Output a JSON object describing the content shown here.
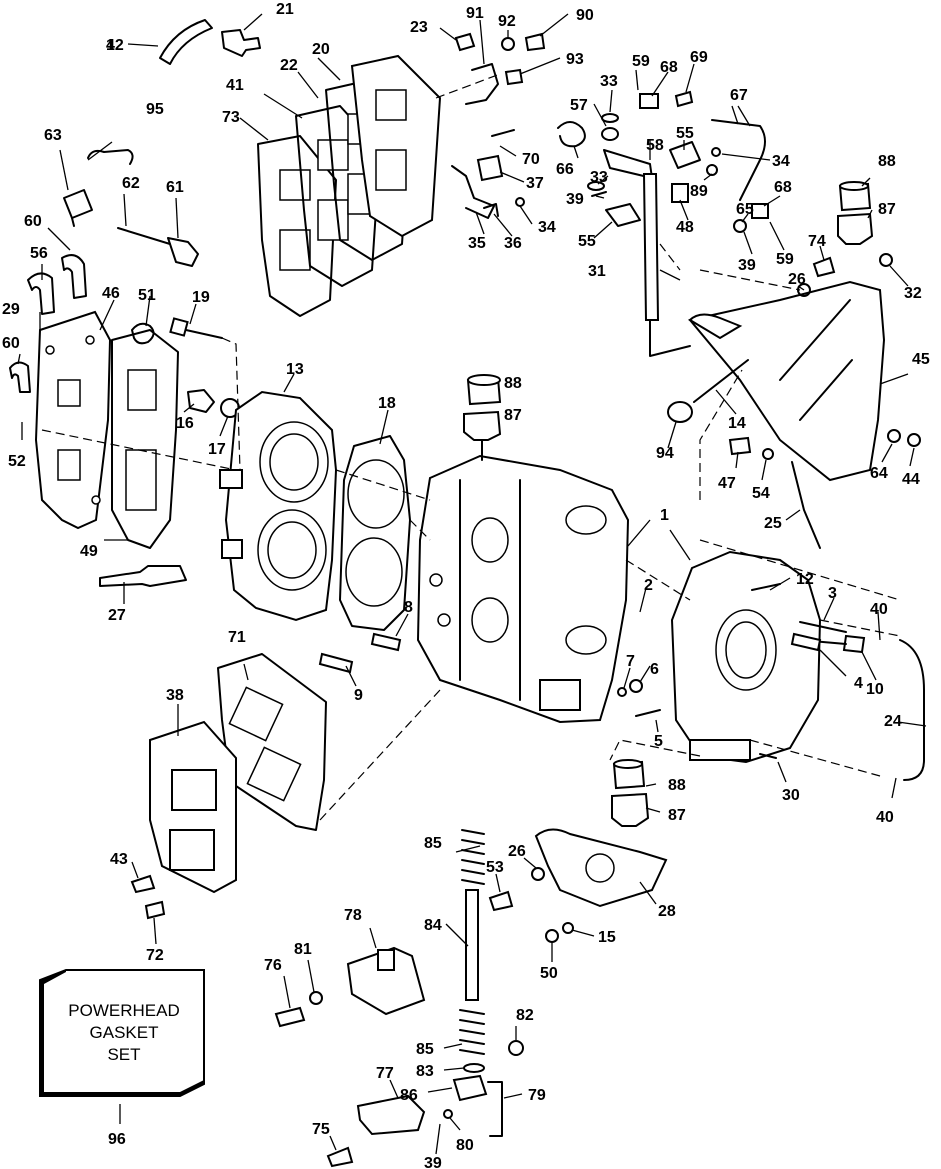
{
  "callouts": [
    {
      "id": "c1",
      "text": "1"
    },
    {
      "id": "c2",
      "text": "2"
    },
    {
      "id": "c3",
      "text": "3"
    },
    {
      "id": "c4",
      "text": "4"
    },
    {
      "id": "c5",
      "text": "5"
    },
    {
      "id": "c6",
      "text": "6"
    },
    {
      "id": "c7",
      "text": "7"
    },
    {
      "id": "c8",
      "text": "8"
    },
    {
      "id": "c9",
      "text": "9"
    },
    {
      "id": "c10",
      "text": "10"
    },
    {
      "id": "c12",
      "text": "12"
    },
    {
      "id": "c13",
      "text": "13"
    },
    {
      "id": "c14",
      "text": "14"
    },
    {
      "id": "c15",
      "text": "15"
    },
    {
      "id": "c16",
      "text": "16"
    },
    {
      "id": "c17",
      "text": "17"
    },
    {
      "id": "c18",
      "text": "18"
    },
    {
      "id": "c19",
      "text": "19"
    },
    {
      "id": "c20",
      "text": "20"
    },
    {
      "id": "c21",
      "text": "21"
    },
    {
      "id": "c22",
      "text": "22"
    },
    {
      "id": "c23",
      "text": "23"
    },
    {
      "id": "c24",
      "text": "24"
    },
    {
      "id": "c25",
      "text": "25"
    },
    {
      "id": "c26a",
      "text": "26"
    },
    {
      "id": "c26b",
      "text": "26"
    },
    {
      "id": "c27",
      "text": "27"
    },
    {
      "id": "c28",
      "text": "28"
    },
    {
      "id": "c29",
      "text": "29"
    },
    {
      "id": "c30",
      "text": "30"
    },
    {
      "id": "c31",
      "text": "31"
    },
    {
      "id": "c32",
      "text": "32"
    },
    {
      "id": "c33a",
      "text": "33"
    },
    {
      "id": "c33b",
      "text": "33"
    },
    {
      "id": "c34a",
      "text": "34"
    },
    {
      "id": "c34b",
      "text": "34"
    },
    {
      "id": "c35",
      "text": "35"
    },
    {
      "id": "c36",
      "text": "36"
    },
    {
      "id": "c37",
      "text": "37"
    },
    {
      "id": "c38",
      "text": "38"
    },
    {
      "id": "c39a",
      "text": "39"
    },
    {
      "id": "c39b",
      "text": "39"
    },
    {
      "id": "c39c",
      "text": "39"
    },
    {
      "id": "c40a",
      "text": "40"
    },
    {
      "id": "c40b",
      "text": "40"
    },
    {
      "id": "c41",
      "text": "41"
    },
    {
      "id": "c42",
      "text": "42"
    },
    {
      "id": "c43",
      "text": "43"
    },
    {
      "id": "c44",
      "text": "44"
    },
    {
      "id": "c45",
      "text": "45"
    },
    {
      "id": "c46",
      "text": "46"
    },
    {
      "id": "c47",
      "text": "47"
    },
    {
      "id": "c48",
      "text": "48"
    },
    {
      "id": "c49",
      "text": "49"
    },
    {
      "id": "c50",
      "text": "50"
    },
    {
      "id": "c51",
      "text": "51"
    },
    {
      "id": "c52",
      "text": "52"
    },
    {
      "id": "c53",
      "text": "53"
    },
    {
      "id": "c54",
      "text": "54"
    },
    {
      "id": "c55a",
      "text": "55"
    },
    {
      "id": "c55b",
      "text": "55"
    },
    {
      "id": "c56",
      "text": "56"
    },
    {
      "id": "c57",
      "text": "57"
    },
    {
      "id": "c58",
      "text": "58"
    },
    {
      "id": "c59a",
      "text": "59"
    },
    {
      "id": "c59b",
      "text": "59"
    },
    {
      "id": "c60a",
      "text": "60"
    },
    {
      "id": "c60b",
      "text": "60"
    },
    {
      "id": "c61",
      "text": "61"
    },
    {
      "id": "c62",
      "text": "62"
    },
    {
      "id": "c63",
      "text": "63"
    },
    {
      "id": "c64",
      "text": "64"
    },
    {
      "id": "c65",
      "text": "65"
    },
    {
      "id": "c66",
      "text": "66"
    },
    {
      "id": "c67",
      "text": "67"
    },
    {
      "id": "c68a",
      "text": "68"
    },
    {
      "id": "c68b",
      "text": "68"
    },
    {
      "id": "c69",
      "text": "69"
    },
    {
      "id": "c70",
      "text": "70"
    },
    {
      "id": "c71",
      "text": "71"
    },
    {
      "id": "c72",
      "text": "72"
    },
    {
      "id": "c73",
      "text": "73"
    },
    {
      "id": "c74",
      "text": "74"
    },
    {
      "id": "c75",
      "text": "75"
    },
    {
      "id": "c76",
      "text": "76"
    },
    {
      "id": "c77",
      "text": "77"
    },
    {
      "id": "c78",
      "text": "78"
    },
    {
      "id": "c79",
      "text": "79"
    },
    {
      "id": "c80",
      "text": "80"
    },
    {
      "id": "c81",
      "text": "81"
    },
    {
      "id": "c82",
      "text": "82"
    },
    {
      "id": "c83",
      "text": "83"
    },
    {
      "id": "c84",
      "text": "84"
    },
    {
      "id": "c85a",
      "text": "85"
    },
    {
      "id": "c85b",
      "text": "85"
    },
    {
      "id": "c86",
      "text": "86"
    },
    {
      "id": "c87a",
      "text": "87"
    },
    {
      "id": "c87b",
      "text": "87"
    },
    {
      "id": "c87c",
      "text": "87"
    },
    {
      "id": "c88a",
      "text": "88"
    },
    {
      "id": "c88b",
      "text": "88"
    },
    {
      "id": "c88c",
      "text": "88"
    },
    {
      "id": "c89",
      "text": "89"
    },
    {
      "id": "c90",
      "text": "90"
    },
    {
      "id": "c91",
      "text": "91"
    },
    {
      "id": "c92",
      "text": "92"
    },
    {
      "id": "c93",
      "text": "93"
    },
    {
      "id": "c94",
      "text": "94"
    },
    {
      "id": "c95",
      "text": "95"
    },
    {
      "id": "c96",
      "text": "96"
    }
  ],
  "gasket_box": {
    "line1": "POWERHEAD",
    "line2": "GASKET",
    "line3": "SET"
  }
}
